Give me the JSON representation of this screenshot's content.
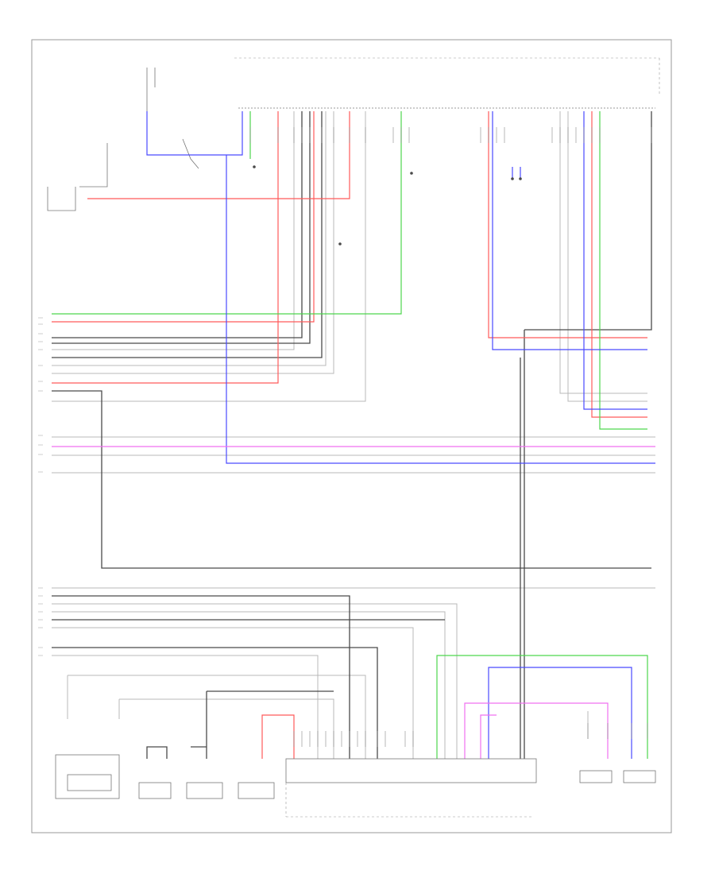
{
  "colors": {
    "wire_black": "#4a4a4a",
    "wire_gray": "#b8b8b8",
    "wire_red": "#ff5a5a",
    "wire_green": "#4dd64d",
    "wire_blue": "#4a4aff",
    "wire_pink": "#f070f0",
    "frame": "#999999"
  },
  "diagram": {
    "code": "",
    "blocks": [
      {
        "id": "header",
        "text": ""
      },
      {
        "id": "left-component",
        "text": ""
      },
      {
        "id": "lower-left-sensor",
        "text": ""
      },
      {
        "id": "bottom-1",
        "text": ""
      },
      {
        "id": "bottom-2",
        "text": ""
      },
      {
        "id": "bottom-3",
        "text": ""
      },
      {
        "id": "bottom-4",
        "text": ""
      },
      {
        "id": "bottom-5",
        "text": ""
      },
      {
        "id": "bottom-6",
        "text": ""
      },
      {
        "id": "bottom-7",
        "text": ""
      }
    ]
  }
}
